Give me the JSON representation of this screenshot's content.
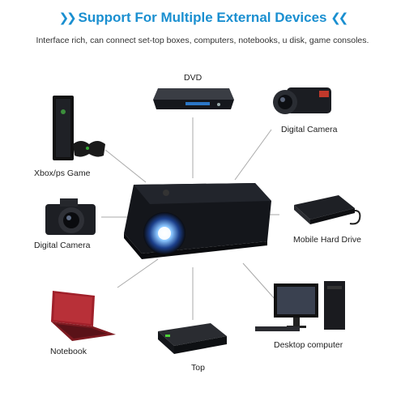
{
  "header": {
    "title": "Support For Multiple External Devices",
    "subtitle": "Interface rich, can connect set-top boxes, computers, notebooks, u disk, game consoles."
  },
  "devices": {
    "dvd": "DVD",
    "camera_top": "Digital Camera",
    "xbox": "Xbox/ps Game",
    "hdd": "Mobile Hard Drive",
    "camera_left": "Digital Camera",
    "notebook": "Notebook",
    "desktop": "Desktop computer",
    "top": "Top"
  },
  "colors": {
    "accent": "#1a8fd0",
    "projector_body": "#111318",
    "laptop_red": "#a0202a",
    "lens_glow": "#6fb8ff"
  },
  "icons": [
    "chevron-right-icon",
    "chevron-left-icon",
    "projector-icon"
  ]
}
